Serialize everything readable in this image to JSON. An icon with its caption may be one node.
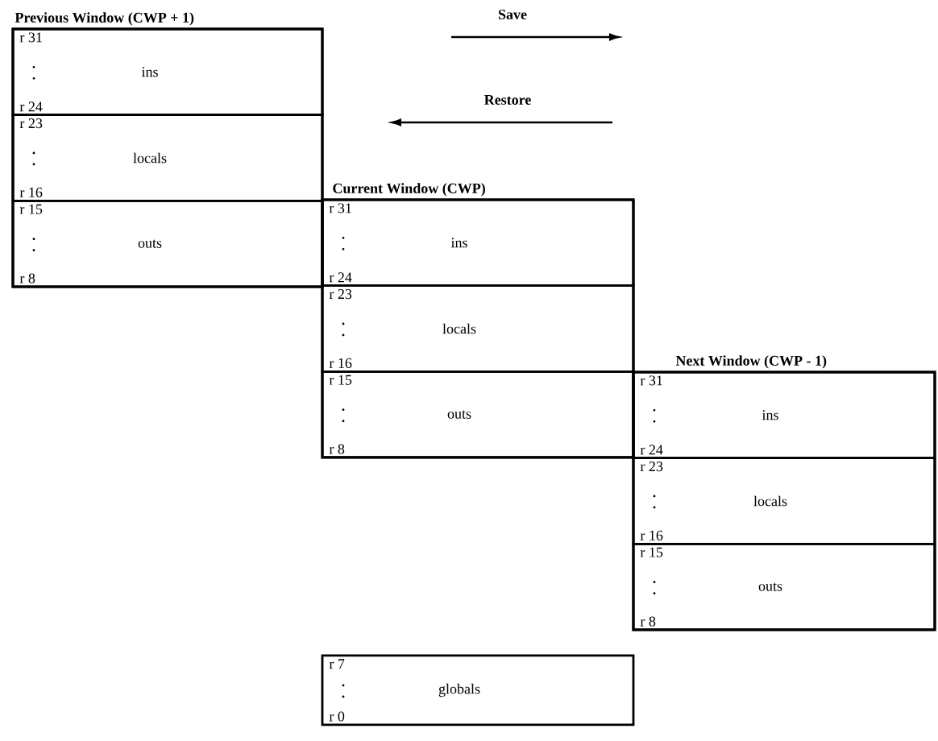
{
  "diagram": {
    "nodes": [
      {
        "text": [
          "Previous Window (CWP + 1)"
        ]
      },
      {
        "text": [
          "r 31",
          "ins",
          "r 24"
        ],
        "in": 0
      },
      {
        "text": [
          "r 23",
          "locals",
          "r 16"
        ],
        "in": 0
      },
      {
        "text": [
          "r 15",
          "outs",
          "r 8"
        ],
        "in": 0
      },
      {
        "text": [
          "Current Window (CWP)"
        ]
      },
      {
        "text": [
          "r 31",
          "ins",
          "r 24"
        ],
        "in": 4
      },
      {
        "text": [
          "r 23",
          "locals",
          "r 16"
        ],
        "in": 4
      },
      {
        "text": [
          "r 15",
          "outs",
          "r 8"
        ],
        "in": 4
      },
      {
        "text": [
          "Next Window (CWP - 1)"
        ]
      },
      {
        "text": [
          "r 31",
          "ins",
          "r 24"
        ],
        "in": 8
      },
      {
        "text": [
          "r 23",
          "locals",
          "r 16"
        ],
        "in": 8
      },
      {
        "text": [
          "r 15",
          "outs",
          "r 8"
        ],
        "in": 8
      },
      {
        "text": [
          "r 7",
          "globals",
          "r 0"
        ]
      }
    ],
    "labels": [
      "Save",
      "Restore"
    ]
  }
}
